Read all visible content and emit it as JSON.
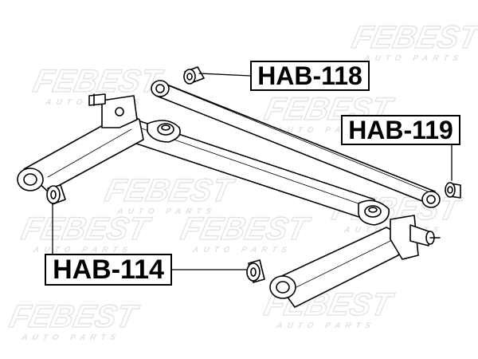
{
  "watermark": {
    "brand": "FEBEST",
    "subtext": "AUTO PARTS",
    "color": "#e6e6e6"
  },
  "parts": [
    {
      "id": "hab-118",
      "label": "HAB-118"
    },
    {
      "id": "hab-119",
      "label": "HAB-119"
    },
    {
      "id": "hab-114",
      "label": "HAB-114"
    }
  ],
  "colors": {
    "line": "#000000",
    "label_background": "#ffffff",
    "drawing_fill": "#ffffff"
  }
}
